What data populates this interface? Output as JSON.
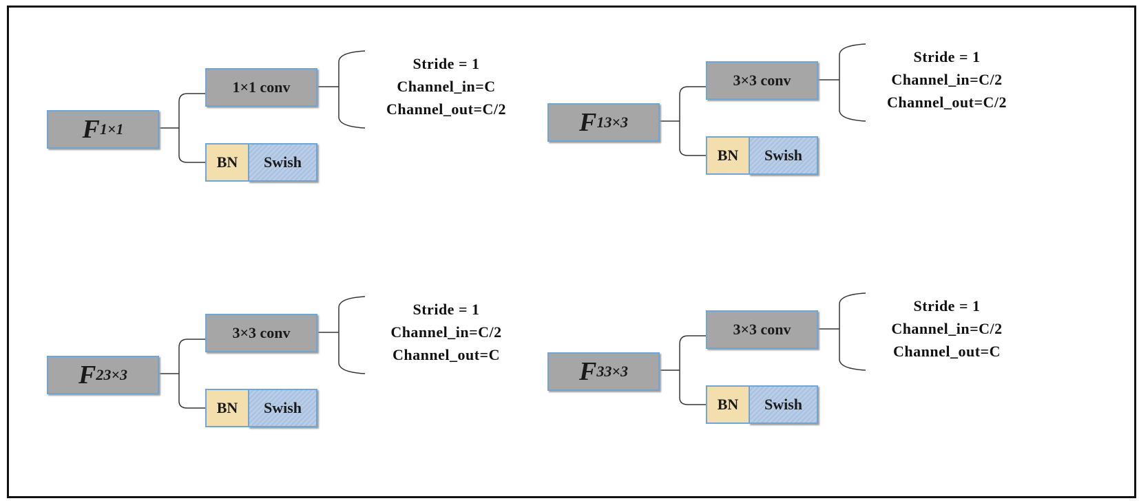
{
  "blocks": [
    {
      "id": "f1x1",
      "f_main": "F",
      "f_sup": "",
      "f_sub": "1×1",
      "conv_label": "1×1 conv",
      "bn_label": "BN",
      "act_label": "Swish",
      "params": [
        "Stride = 1",
        "Channel_in=C",
        "Channel_out=C/2"
      ]
    },
    {
      "id": "f1-3x3",
      "f_main": "F",
      "f_sup": "1",
      "f_sub": "3×3",
      "conv_label": "3×3 conv",
      "bn_label": "BN",
      "act_label": "Swish",
      "params": [
        "Stride = 1",
        "Channel_in=C/2",
        "Channel_out=C/2"
      ]
    },
    {
      "id": "f2-3x3",
      "f_main": "F",
      "f_sup": "2",
      "f_sub": "3×3",
      "conv_label": "3×3 conv",
      "bn_label": "BN",
      "act_label": "Swish",
      "params": [
        "Stride = 1",
        "Channel_in=C/2",
        "Channel_out=C"
      ]
    },
    {
      "id": "f3-3x3",
      "f_main": "F",
      "f_sup": "3",
      "f_sub": "3×3",
      "conv_label": "3×3 conv",
      "bn_label": "BN",
      "act_label": "Swish",
      "params": [
        "Stride = 1",
        "Channel_in=C/2",
        "Channel_out=C"
      ]
    }
  ],
  "colors": {
    "box_fill": "#a6a6a6",
    "box_border": "#6fa6d6",
    "bn_fill": "#f3dfae",
    "swish_fill": "#b8cde6",
    "frame": "#111111"
  }
}
